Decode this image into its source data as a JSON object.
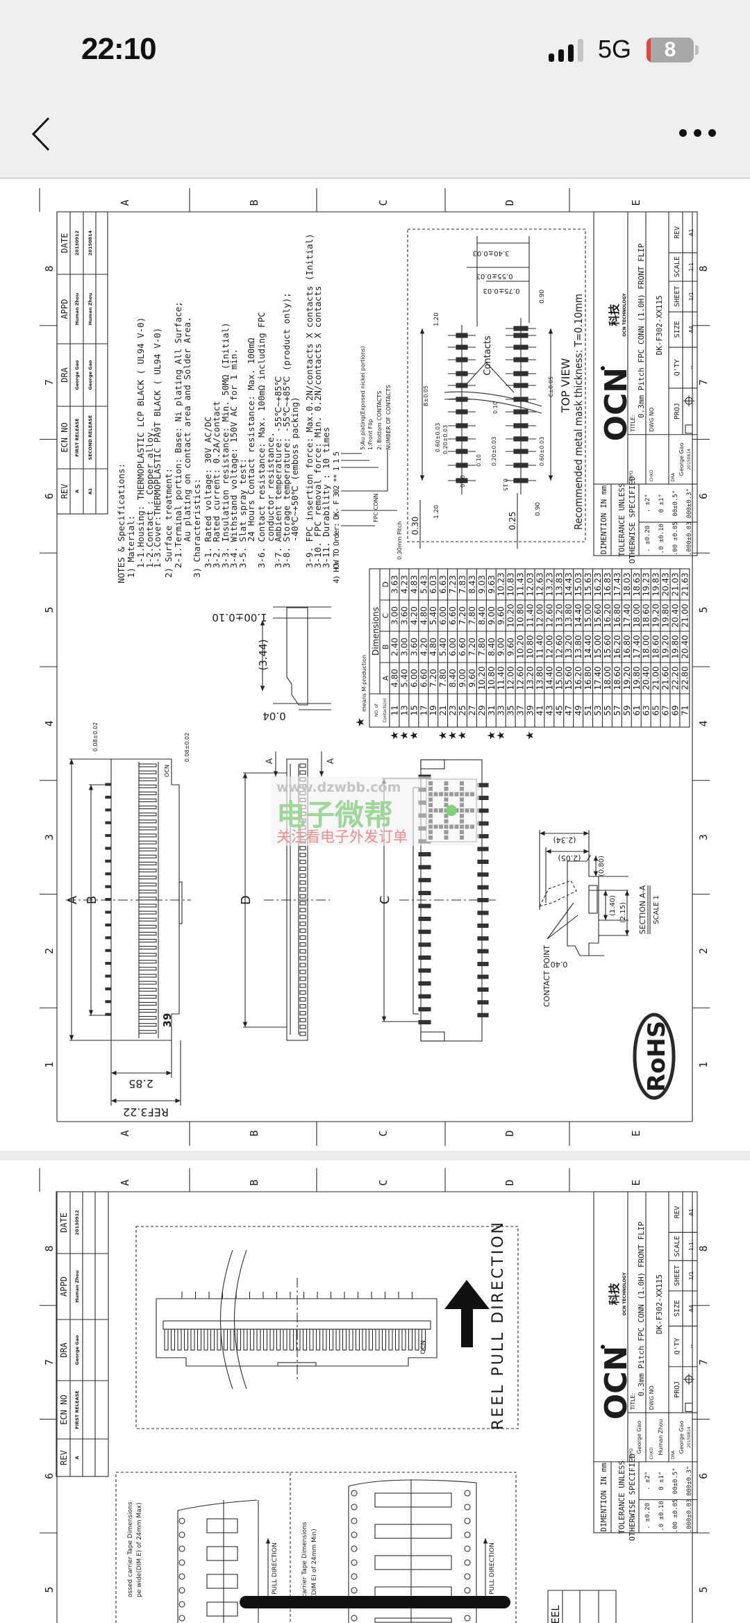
{
  "status_bar": {
    "time": "22:10",
    "network": "5G",
    "battery": "8"
  },
  "nav": {
    "back_icon": "chevron-left-icon",
    "more_icon": "ellipsis-icon"
  },
  "colors": {
    "background": "#efefef",
    "battery_low": "#e0473a",
    "watermark_green": "#9fd79b",
    "watermark_red": "#ef8c8c"
  },
  "zones": {
    "letters": [
      "A",
      "B",
      "C",
      "D",
      "E"
    ],
    "numbers": [
      "1",
      "2",
      "3",
      "4",
      "5",
      "6",
      "7",
      "8"
    ]
  },
  "revision": {
    "headers": {
      "rev": "REV",
      "ecn": "ECN NO",
      "dra": "DRA",
      "appd": "APPD",
      "date": "DATE"
    },
    "rows": [
      {
        "rev": "A",
        "ecn": "FIRST RELEASE",
        "dra": "George Gao",
        "appd": "Human Zhou",
        "date": "20130912"
      },
      {
        "rev": "A1",
        "ecn": "SECOND RELEASE",
        "dra": "George Gao",
        "appd": "Human Zhou",
        "date": "20150814"
      }
    ]
  },
  "page1": {
    "notes": [
      "NOTES & Specifications:",
      "1) Material:",
      "1-1.Housing: THERMOPLASTIC LCP BLACK ( UL94 V-0)",
      "1-2.Contact : Copper alloy.",
      "1-3.Cover:THERMOPLASTIC PA9T BLACK ( UL94 V-0)",
      "2) Surface treatment:",
      "2-1.Terminal portion: Base: Ni plating All Surface;",
      "Au plating on contact area and Solder Area.",
      "3) Characteristics:",
      "3-1. Rated voltage: 30V AC/DC",
      "3-2. Rated current: 0.2A/contact",
      "3-3. Insulation resistance: Min. 50MΩ (Initial)",
      "3-4. Withstand voltage: 150V AC for 1 min.",
      "3-5. Slat spray test:",
      "24 Hours Contact resistance: Max. 100mΩ",
      "3-6. Contact resistance: Max. 100mΩ including FPC",
      "conductor resistance.",
      "3-7. Ambient temperature: -55℃~+85℃",
      "3-8. Storage temperature: -55℃~+85℃ (product only);",
      "-40℃~+50℃ (emboss packing)",
      "3-9. FPC insertion force: Max.0.2N/contacts X contacts (Initial)",
      "3-10. FPC removal force: Min. 0.2N/contacts X contacts",
      "3-11. Durability : 10 times"
    ],
    "how_to_order": {
      "line": "4) HOW TO Order: DK- F 302 ** 1 1 5",
      "fpc_conn": "FPC CONN",
      "pitch": "0.30mm Pitch",
      "plating": "5:Au plating(Exposed nickel portions)",
      "flip": "1:Front Flip",
      "bottom": "2: Bottom CONTACTS",
      "number": "NUMBER OF CONTACTS"
    },
    "legend": {
      "star": "★",
      "text": "means  M-production"
    },
    "table": {
      "header_contacts_1": "NO. of",
      "header_contacts_2": "Contacts(n)",
      "header_dimensions": "Dimensions",
      "columns": [
        "A",
        "B",
        "C",
        "D"
      ],
      "rows": [
        {
          "n": "11",
          "A": "4.80",
          "B": "2.40",
          "C": "3.00",
          "D": "3.63",
          "star": true
        },
        {
          "n": "13",
          "A": "5.40",
          "B": "3.00",
          "C": "3.60",
          "D": "4.23",
          "star": true
        },
        {
          "n": "15",
          "A": "6.00",
          "B": "3.60",
          "C": "4.20",
          "D": "4.83",
          "star": true
        },
        {
          "n": "17",
          "A": "6.60",
          "B": "4.20",
          "C": "4.80",
          "D": "5.43",
          "star": false
        },
        {
          "n": "19",
          "A": "7.20",
          "B": "4.80",
          "C": "5.40",
          "D": "6.03",
          "star": false
        },
        {
          "n": "21",
          "A": "7.80",
          "B": "5.40",
          "C": "6.00",
          "D": "6.63",
          "star": true
        },
        {
          "n": "23",
          "A": "8.40",
          "B": "6.00",
          "C": "6.60",
          "D": "7.23",
          "star": true
        },
        {
          "n": "25",
          "A": "9.00",
          "B": "6.60",
          "C": "7.20",
          "D": "7.83",
          "star": true
        },
        {
          "n": "27",
          "A": "9.60",
          "B": "7.20",
          "C": "7.80",
          "D": "8.43",
          "star": false
        },
        {
          "n": "29",
          "A": "10.20",
          "B": "7.80",
          "C": "8.40",
          "D": "9.03",
          "star": false
        },
        {
          "n": "31",
          "A": "10.80",
          "B": "8.40",
          "C": "9.00",
          "D": "9.63",
          "star": true
        },
        {
          "n": "33",
          "A": "11.40",
          "B": "9.00",
          "C": "9.60",
          "D": "10.23",
          "star": true
        },
        {
          "n": "35",
          "A": "12.00",
          "B": "9.60",
          "C": "10.20",
          "D": "10.83",
          "star": false
        },
        {
          "n": "37",
          "A": "12.60",
          "B": "10.20",
          "C": "10.80",
          "D": "11.43",
          "star": false
        },
        {
          "n": "39",
          "A": "13.20",
          "B": "10.80",
          "C": "11.40",
          "D": "12.03",
          "star": true
        },
        {
          "n": "41",
          "A": "13.80",
          "B": "11.40",
          "C": "12.00",
          "D": "12.63",
          "star": false
        },
        {
          "n": "43",
          "A": "14.40",
          "B": "12.00",
          "C": "12.60",
          "D": "13.23",
          "star": false
        },
        {
          "n": "45",
          "A": "15.00",
          "B": "12.60",
          "C": "13.20",
          "D": "13.83",
          "star": false
        },
        {
          "n": "47",
          "A": "15.60",
          "B": "13.20",
          "C": "13.80",
          "D": "14.43",
          "star": false
        },
        {
          "n": "49",
          "A": "16.20",
          "B": "13.80",
          "C": "14.40",
          "D": "15.03",
          "star": false
        },
        {
          "n": "51",
          "A": "16.80",
          "B": "14.40",
          "C": "15.00",
          "D": "15.63",
          "star": false
        },
        {
          "n": "53",
          "A": "17.40",
          "B": "15.00",
          "C": "15.60",
          "D": "16.23",
          "star": false
        },
        {
          "n": "55",
          "A": "18.00",
          "B": "15.60",
          "C": "16.20",
          "D": "16.83",
          "star": false
        },
        {
          "n": "57",
          "A": "18.60",
          "B": "16.20",
          "C": "16.80",
          "D": "17.43",
          "star": false
        },
        {
          "n": "59",
          "A": "19.20",
          "B": "16.80",
          "C": "17.40",
          "D": "18.03",
          "star": false
        },
        {
          "n": "61",
          "A": "19.80",
          "B": "17.40",
          "C": "18.00",
          "D": "18.63",
          "star": false
        },
        {
          "n": "63",
          "A": "20.40",
          "B": "18.00",
          "C": "18.60",
          "D": "19.23",
          "star": false
        },
        {
          "n": "65",
          "A": "21.00",
          "B": "18.60",
          "C": "19.20",
          "D": "19.83",
          "star": false
        },
        {
          "n": "67",
          "A": "21.60",
          "B": "19.20",
          "C": "19.80",
          "D": "20.43",
          "star": false
        },
        {
          "n": "69",
          "A": "22.20",
          "B": "19.80",
          "C": "20.40",
          "D": "21.03",
          "star": false
        },
        {
          "n": "71",
          "A": "22.80",
          "B": "20.40",
          "C": "21.00",
          "D": "21.63",
          "star": false
        }
      ]
    },
    "front_view": {
      "dim_a": "A",
      "dim_b": "B",
      "tol_1": "0.08±0.02",
      "tol_2": "0.08±0.02",
      "pin_count": "39",
      "width": "2.85",
      "ref_width": "REF3.22"
    },
    "side_view": {
      "dim_d": "D",
      "section_mark_1": "A",
      "section_mark_2": "A",
      "height": "1.00±0.10",
      "depth": "(3.44)",
      "offset": "0.04"
    },
    "bottom_view": {
      "dim_c": "C"
    },
    "land_pattern": {
      "d340": "3.40±0.03",
      "d055": "0.55±0.03",
      "d075": "0.75±0.03",
      "d090a": "0.90",
      "d120a": "1.20",
      "contacts": "Contacts",
      "b": "B±0.05",
      "c": "C±0.05",
      "d060a": "0.60±0.03",
      "d020a": "0.20±0.03",
      "d010a": "0.10",
      "d010b": "0.10",
      "d020b": "0.20±0.03",
      "d060b": "0.60±0.03",
      "d120b": "1.20",
      "d010c": "0.10",
      "d015": "0.15",
      "d030": "0.30",
      "d025": "0.25",
      "d090b": "0.90",
      "title": "TOP VIEW",
      "note": "Recommended metal mask thickness: T=0.10mm"
    },
    "section": {
      "d234": "(2.34)",
      "d205": "(2.05)",
      "d080": "(0.80)",
      "d140": "(1.40)",
      "d215": "(2.15)",
      "d040": "0.40",
      "title": "SECTION A-A",
      "scale": "SCALE 1",
      "contact_point": "CONTACT POINT"
    },
    "rohs": "RoHS",
    "watermark": {
      "url": "www.dzwbb.com",
      "brand": "电子微帮",
      "slogan": "关注看电子外发订单"
    }
  },
  "title_block": {
    "dimension_unit": "DIMENTION IN mm",
    "tolerance_1": "TOLERANCE UNLESS",
    "tolerance_2": "OTHERWISE SPECIFIED",
    "linear": [
      ".   ±0.20",
      ".0  ±0.10",
      ".00  ±0.05",
      ".000±0.03"
    ],
    "angular": [
      ".  ±2°",
      "0 ±1°",
      "00±0.5°",
      "000±0.3°"
    ],
    "appd_label": "APPD",
    "appd": "George Gao",
    "chkd_label": "CHKD",
    "chkd": "Human Zhou",
    "dra_label": "DRA",
    "dra": "George Gao",
    "dra_date": "20150814",
    "title_label": "TITLE:",
    "title": "0.3mm Pitch  FPC CONN (1.0H) FRONT FLIP",
    "dwg_label": "DWG NO",
    "dwg": "DK-F302-XX115",
    "proj": "PROJ",
    "qty": "Q'TY",
    "qty_value": "--",
    "size": "SIZE",
    "size_value": "A4",
    "sheet": "SHEET",
    "sheet_value": "1/1",
    "scale": "SCALE",
    "scale_value": "1:1",
    "rev": "REV",
    "rev_value": "A1",
    "logo": "OCN",
    "company_cn": "科技",
    "company_en": "OCN TECHNOLOGY"
  },
  "page2": {
    "reel_pull": "REEL PULL DIRECTION",
    "tape_left_1": "ossed carrier Tape Dimensions",
    "tape_left_2": "pe wide(DIM E) of 24mm Max)",
    "tape_right_1": "carrier Tape Dimensions",
    "tape_right_2": "(DIM E) of 24mm Min)",
    "pull_direction": "PULL DIRECTION",
    "reel_label": "EEL",
    "logo_mark": "OCN"
  }
}
